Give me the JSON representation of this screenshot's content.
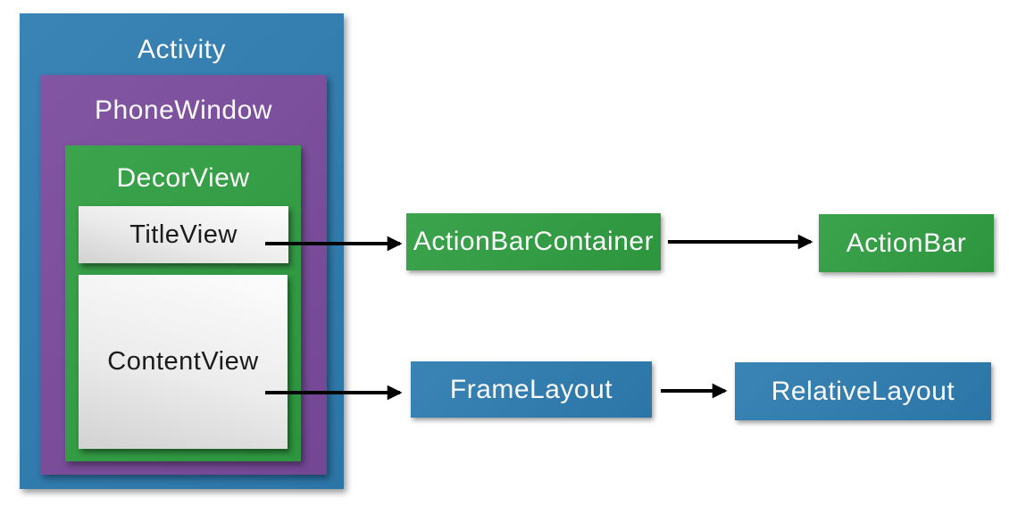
{
  "diagram": {
    "description": "Android Activity view hierarchy diagram",
    "nodes": {
      "activity": "Activity",
      "phone_window": "PhoneWindow",
      "decor_view": "DecorView",
      "title_view": "TitleView",
      "content_view": "ContentView",
      "action_bar_container": "ActionBarContainer",
      "action_bar": "ActionBar",
      "frame_layout": "FrameLayout",
      "relative_layout": "RelativeLayout"
    },
    "edges": [
      {
        "from": "TitleView",
        "to": "ActionBarContainer"
      },
      {
        "from": "ActionBarContainer",
        "to": "ActionBar"
      },
      {
        "from": "ContentView",
        "to": "FrameLayout"
      },
      {
        "from": "FrameLayout",
        "to": "RelativeLayout"
      }
    ],
    "colors": {
      "blue": "#2e7cb1",
      "purple": "#7a4b9c",
      "green": "#2f9e41",
      "inner_box_top": "#fdfdfd",
      "inner_box_bottom": "#d2d2d2",
      "light_text": "#fbfbfb",
      "dark_text": "#1b1b1b",
      "arrow": "#000000",
      "background": "#ffffff"
    }
  }
}
